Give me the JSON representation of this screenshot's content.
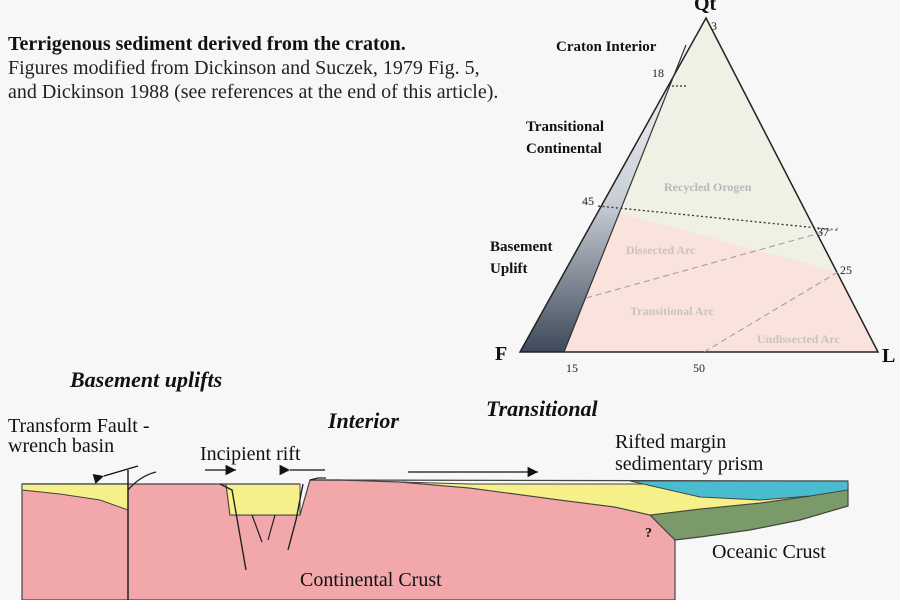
{
  "caption": {
    "title": "Terrigenous sediment derived from the craton.",
    "body": "Figures modified from Dickinson and Suczek, 1979 Fig. 5, and Dickinson 1988 (see references at the end of this article)."
  },
  "ternary": {
    "apex_top": "Qt",
    "apex_left": "F",
    "apex_right": "L",
    "side_labels": {
      "craton_interior": "Craton Interior",
      "transitional_continental_1": "Transitional",
      "transitional_continental_2": "Continental",
      "basement_uplift_1": "Basement",
      "basement_uplift_2": "Uplift"
    },
    "ticks": {
      "t3": "3",
      "t18": "18",
      "t45": "45",
      "t37": "37",
      "t25": "25",
      "t15": "15",
      "t50": "50"
    },
    "fields": {
      "recycled_orogen": "Recycled Orogen",
      "dissected_arc": "Dissected Arc",
      "transitional_arc": "Transitional Arc",
      "undissected_arc": "Undissected Arc"
    },
    "colors": {
      "recycled": "#eef1e3",
      "arc": "#f9e3dc",
      "gradient_top": "#ffffff",
      "gradient_bottom": "#3e4a5a"
    }
  },
  "section": {
    "labels": {
      "basement_uplifts": "Basement uplifts",
      "interior": "Interior",
      "transitional": "Transitional",
      "transform_1": "Transform Fault -",
      "transform_2": "wrench basin",
      "incipient_rift": "Incipient rift",
      "rifted_1": "Rifted margin",
      "rifted_2": "sedimentary prism",
      "oceanic": "Oceanic Crust",
      "continental": "Continental Crust",
      "question": "?"
    },
    "colors": {
      "crust": "#f2a7ab",
      "sediment": "#f6f08a",
      "ocean": "#49bccf",
      "oceanic_crust": "#7a9a6a"
    }
  }
}
